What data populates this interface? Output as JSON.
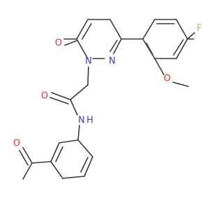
{
  "molecule": {
    "atoms": {
      "oxygen_ketone": "O",
      "fluorine": "F",
      "oxygen_methoxy": "O",
      "oxygen_ring": "O",
      "nitrogen_ring_1": "N",
      "nitrogen_ring_2": "N",
      "oxygen_amide": "O",
      "nitrogen_amide": "N",
      "hydrogen_amide": "H"
    },
    "colors": {
      "bond": "#3a3a3a",
      "oxygen": "#e8302a",
      "nitrogen": "#3b3bd6",
      "fluorine": "#9bc36b"
    }
  }
}
